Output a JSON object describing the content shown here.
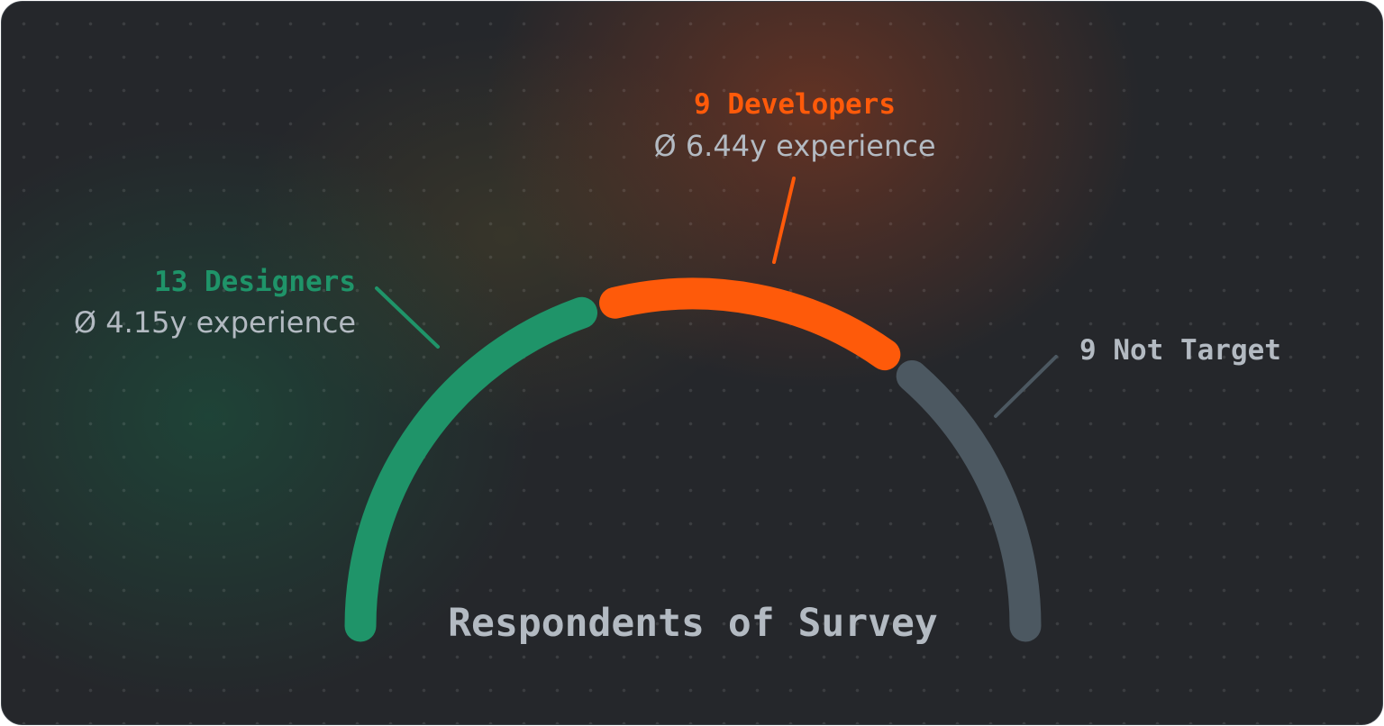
{
  "chart_data": {
    "type": "pie",
    "style": "semicircle-gauge",
    "title": "Respondents of Survey",
    "segments": [
      {
        "name": "Designers",
        "value": 13,
        "label": "13 Designers",
        "sublabel": "Ø 4.15y experience",
        "color": "#1f9469"
      },
      {
        "name": "Developers",
        "value": 9,
        "label": "9 Developers",
        "sublabel": "Ø 6.44y experience",
        "color": "#fe5a0a"
      },
      {
        "name": "Not Target",
        "value": 9,
        "label": "9 Not Target",
        "sublabel": "",
        "color": "#4c5861"
      }
    ]
  },
  "colors": {
    "title": "#b3bac2",
    "sublabel": "#b3bac2",
    "not_target_label": "#b3bac2"
  }
}
